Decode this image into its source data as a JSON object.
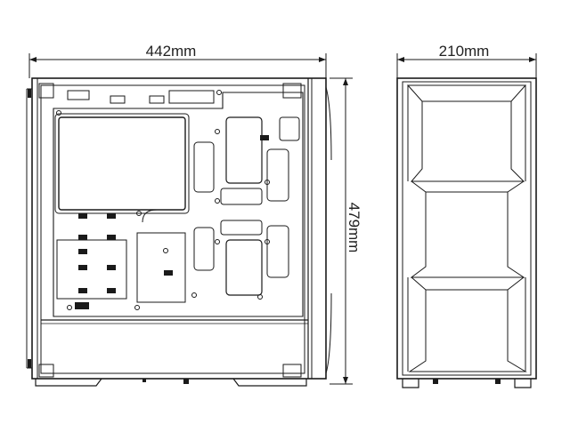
{
  "dimensions": {
    "width_label": "442mm",
    "depth_label": "210mm",
    "height_label": "479mm"
  },
  "colors": {
    "line": "#1a1a1a",
    "background": "#ffffff"
  }
}
